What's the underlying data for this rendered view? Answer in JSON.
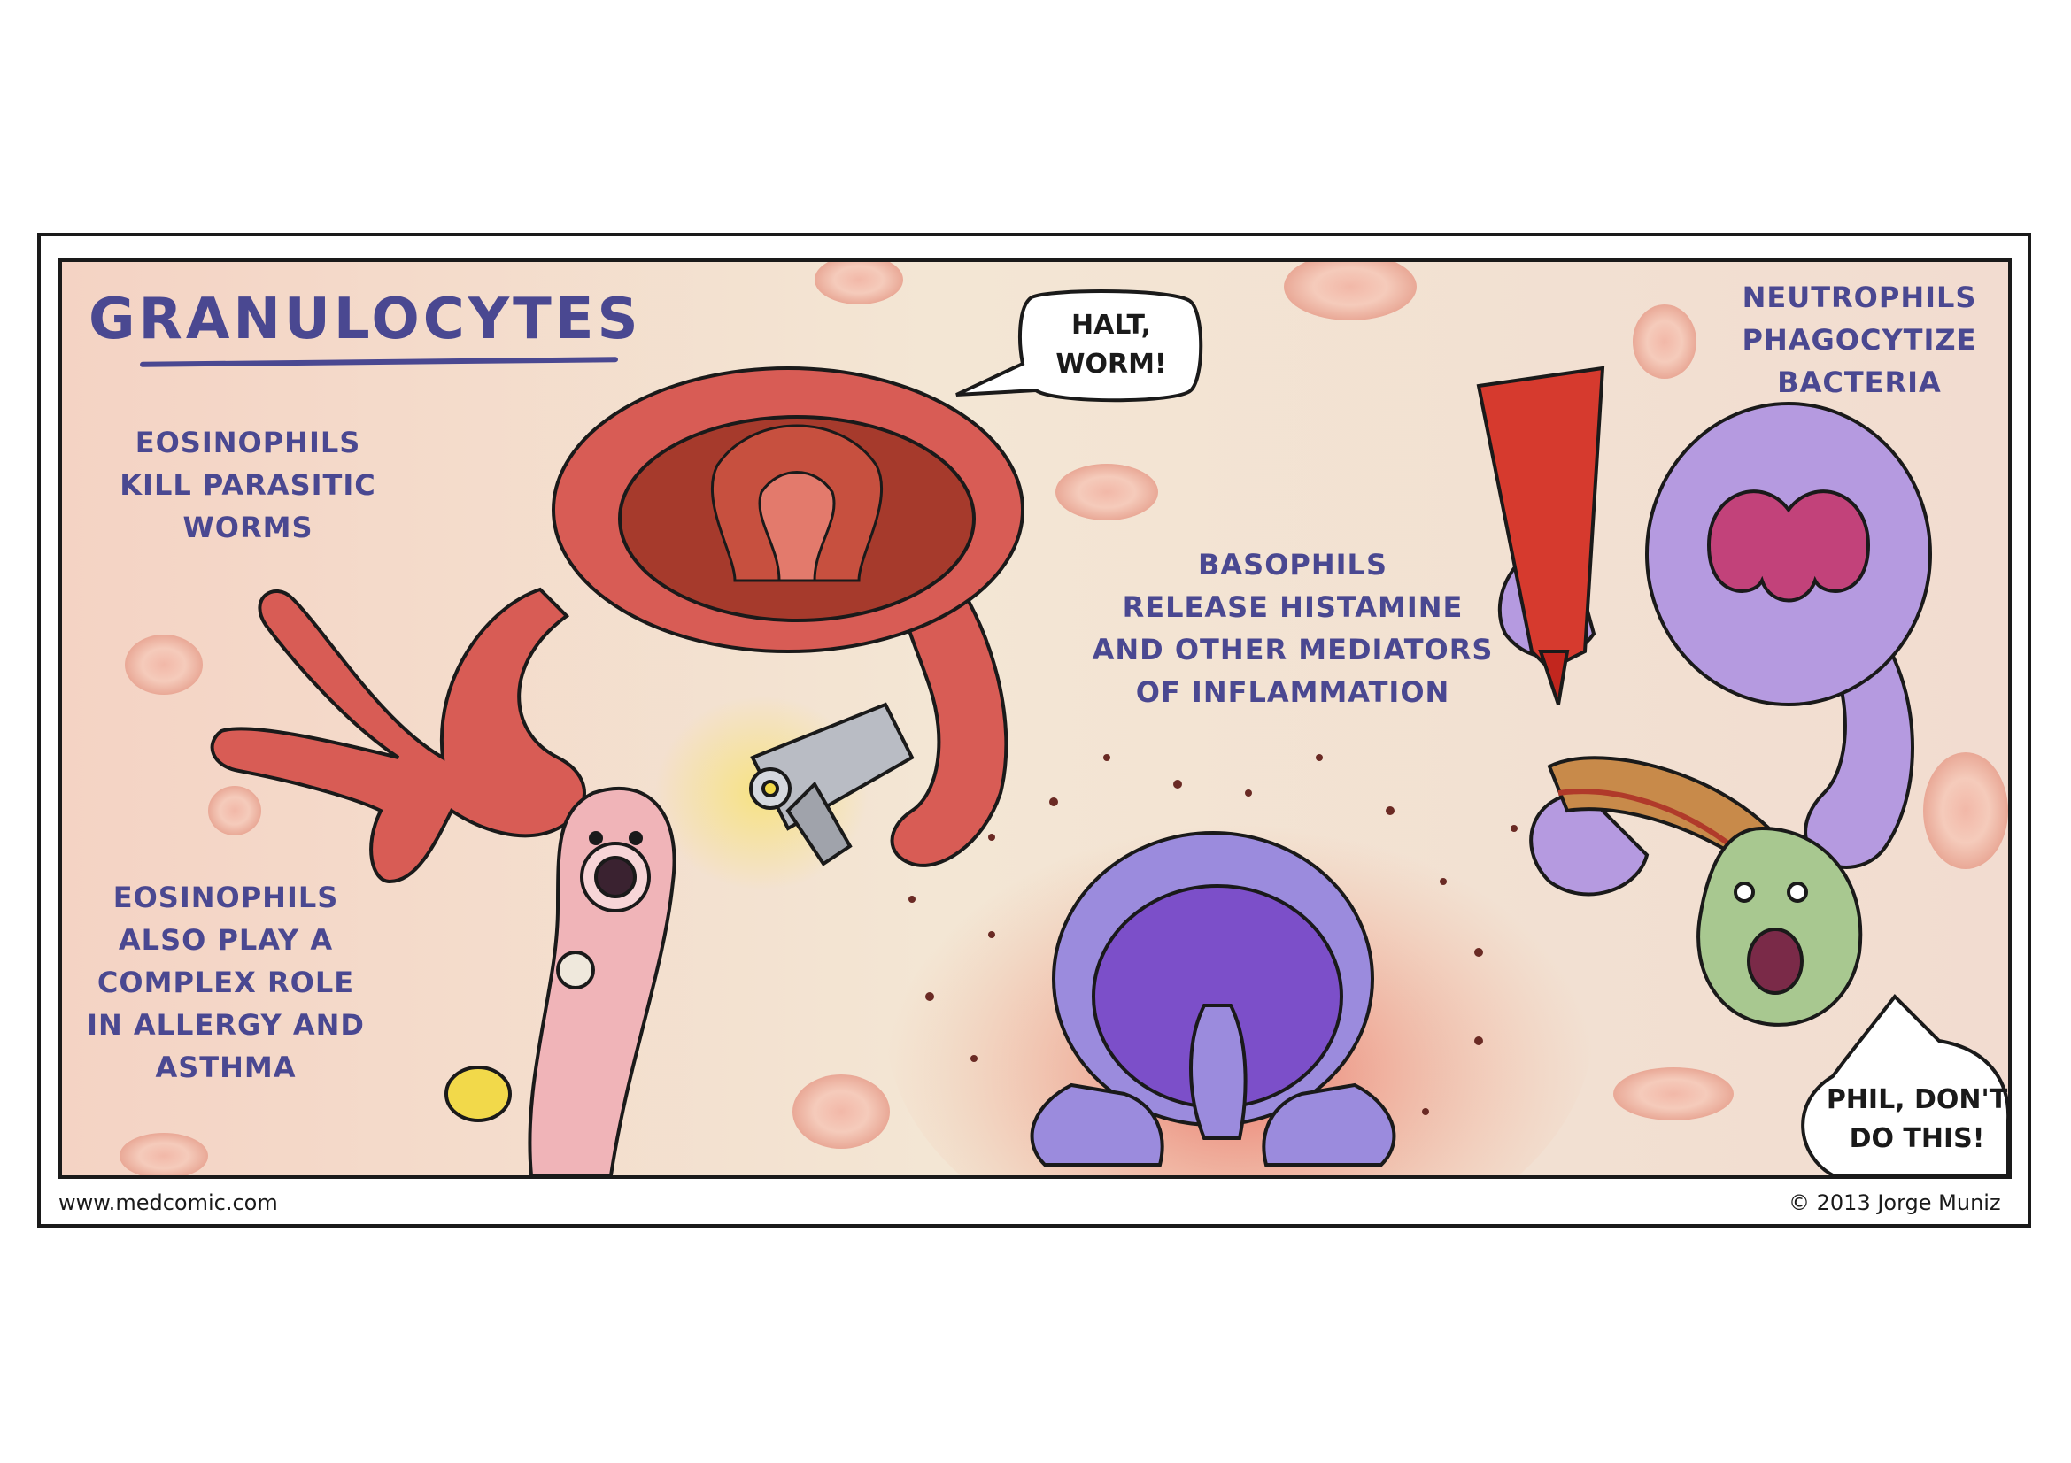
{
  "title": "GRANULOCYTES",
  "captions": {
    "eosinophils_worms": "EOSINOPHILS\nKILL PARASITIC\nWORMS",
    "eosinophils_allergy": "EOSINOPHILS\nALSO PLAY A\nCOMPLEX ROLE\nIN ALLERGY AND\nASTHMA",
    "basophils": "BASOPHILS\nRELEASE HISTAMINE\nAND OTHER MEDIATORS\nOF INFLAMMATION",
    "neutrophils": "NEUTROPHILS\nPHAGOCYTIZE\nBACTERIA"
  },
  "speech": {
    "eosinophil": "HALT,\nWORM!",
    "bacterium": "PHIL, DON'T\nDO THIS!"
  },
  "footer": {
    "website": "www.medcomic.com",
    "copyright": "© 2013 Jorge Muniz"
  },
  "colors": {
    "eosinophil": "#d85c55",
    "basophil": "#9b8bdd",
    "neutrophil": "#b59ae0",
    "worm": "#f0b4b8",
    "bacterium": "#a8c890",
    "caption_text": "#4a4891",
    "background": "#f3dcc8"
  },
  "icons": [
    "revolver-icon",
    "ketchup-bottle-icon",
    "hot-dog-icon",
    "red-blood-cell-icon",
    "bullet-casing-icon"
  ]
}
